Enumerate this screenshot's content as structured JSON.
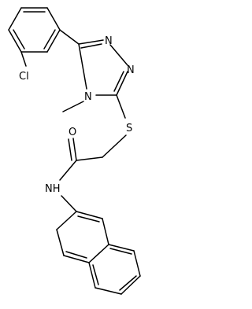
{
  "atoms": {
    "cl": "Cl",
    "n_triazole_1": "N",
    "n_triazole_2": "N",
    "n_methyl": "N",
    "methyl": "",
    "s": "S",
    "o": "O",
    "nh": "NH"
  },
  "colors": {
    "bond": "#000000",
    "label": "#000000",
    "background": "#ffffff"
  }
}
